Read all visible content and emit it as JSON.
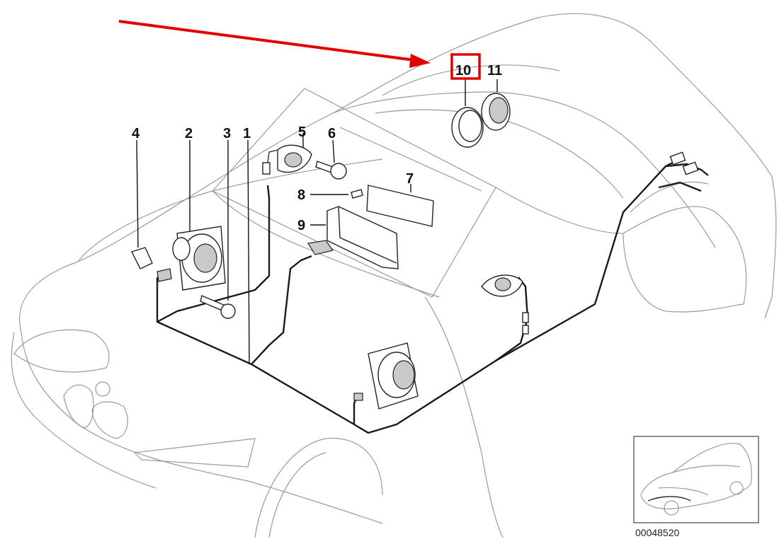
{
  "diagram": {
    "callouts": [
      {
        "id": "1",
        "label": "1"
      },
      {
        "id": "2",
        "label": "2"
      },
      {
        "id": "3",
        "label": "3"
      },
      {
        "id": "4",
        "label": "4"
      },
      {
        "id": "5",
        "label": "5"
      },
      {
        "id": "6",
        "label": "6"
      },
      {
        "id": "7",
        "label": "7"
      },
      {
        "id": "8",
        "label": "8"
      },
      {
        "id": "9",
        "label": "9"
      },
      {
        "id": "10",
        "label": "10"
      },
      {
        "id": "11",
        "label": "11"
      }
    ],
    "highlighted_callout": "10",
    "colors": {
      "highlight": "#e00000",
      "arrow": "#e00000",
      "line_art": "#222222",
      "body_outline": "#9a9a9a"
    },
    "catalog_number": "00048520"
  }
}
